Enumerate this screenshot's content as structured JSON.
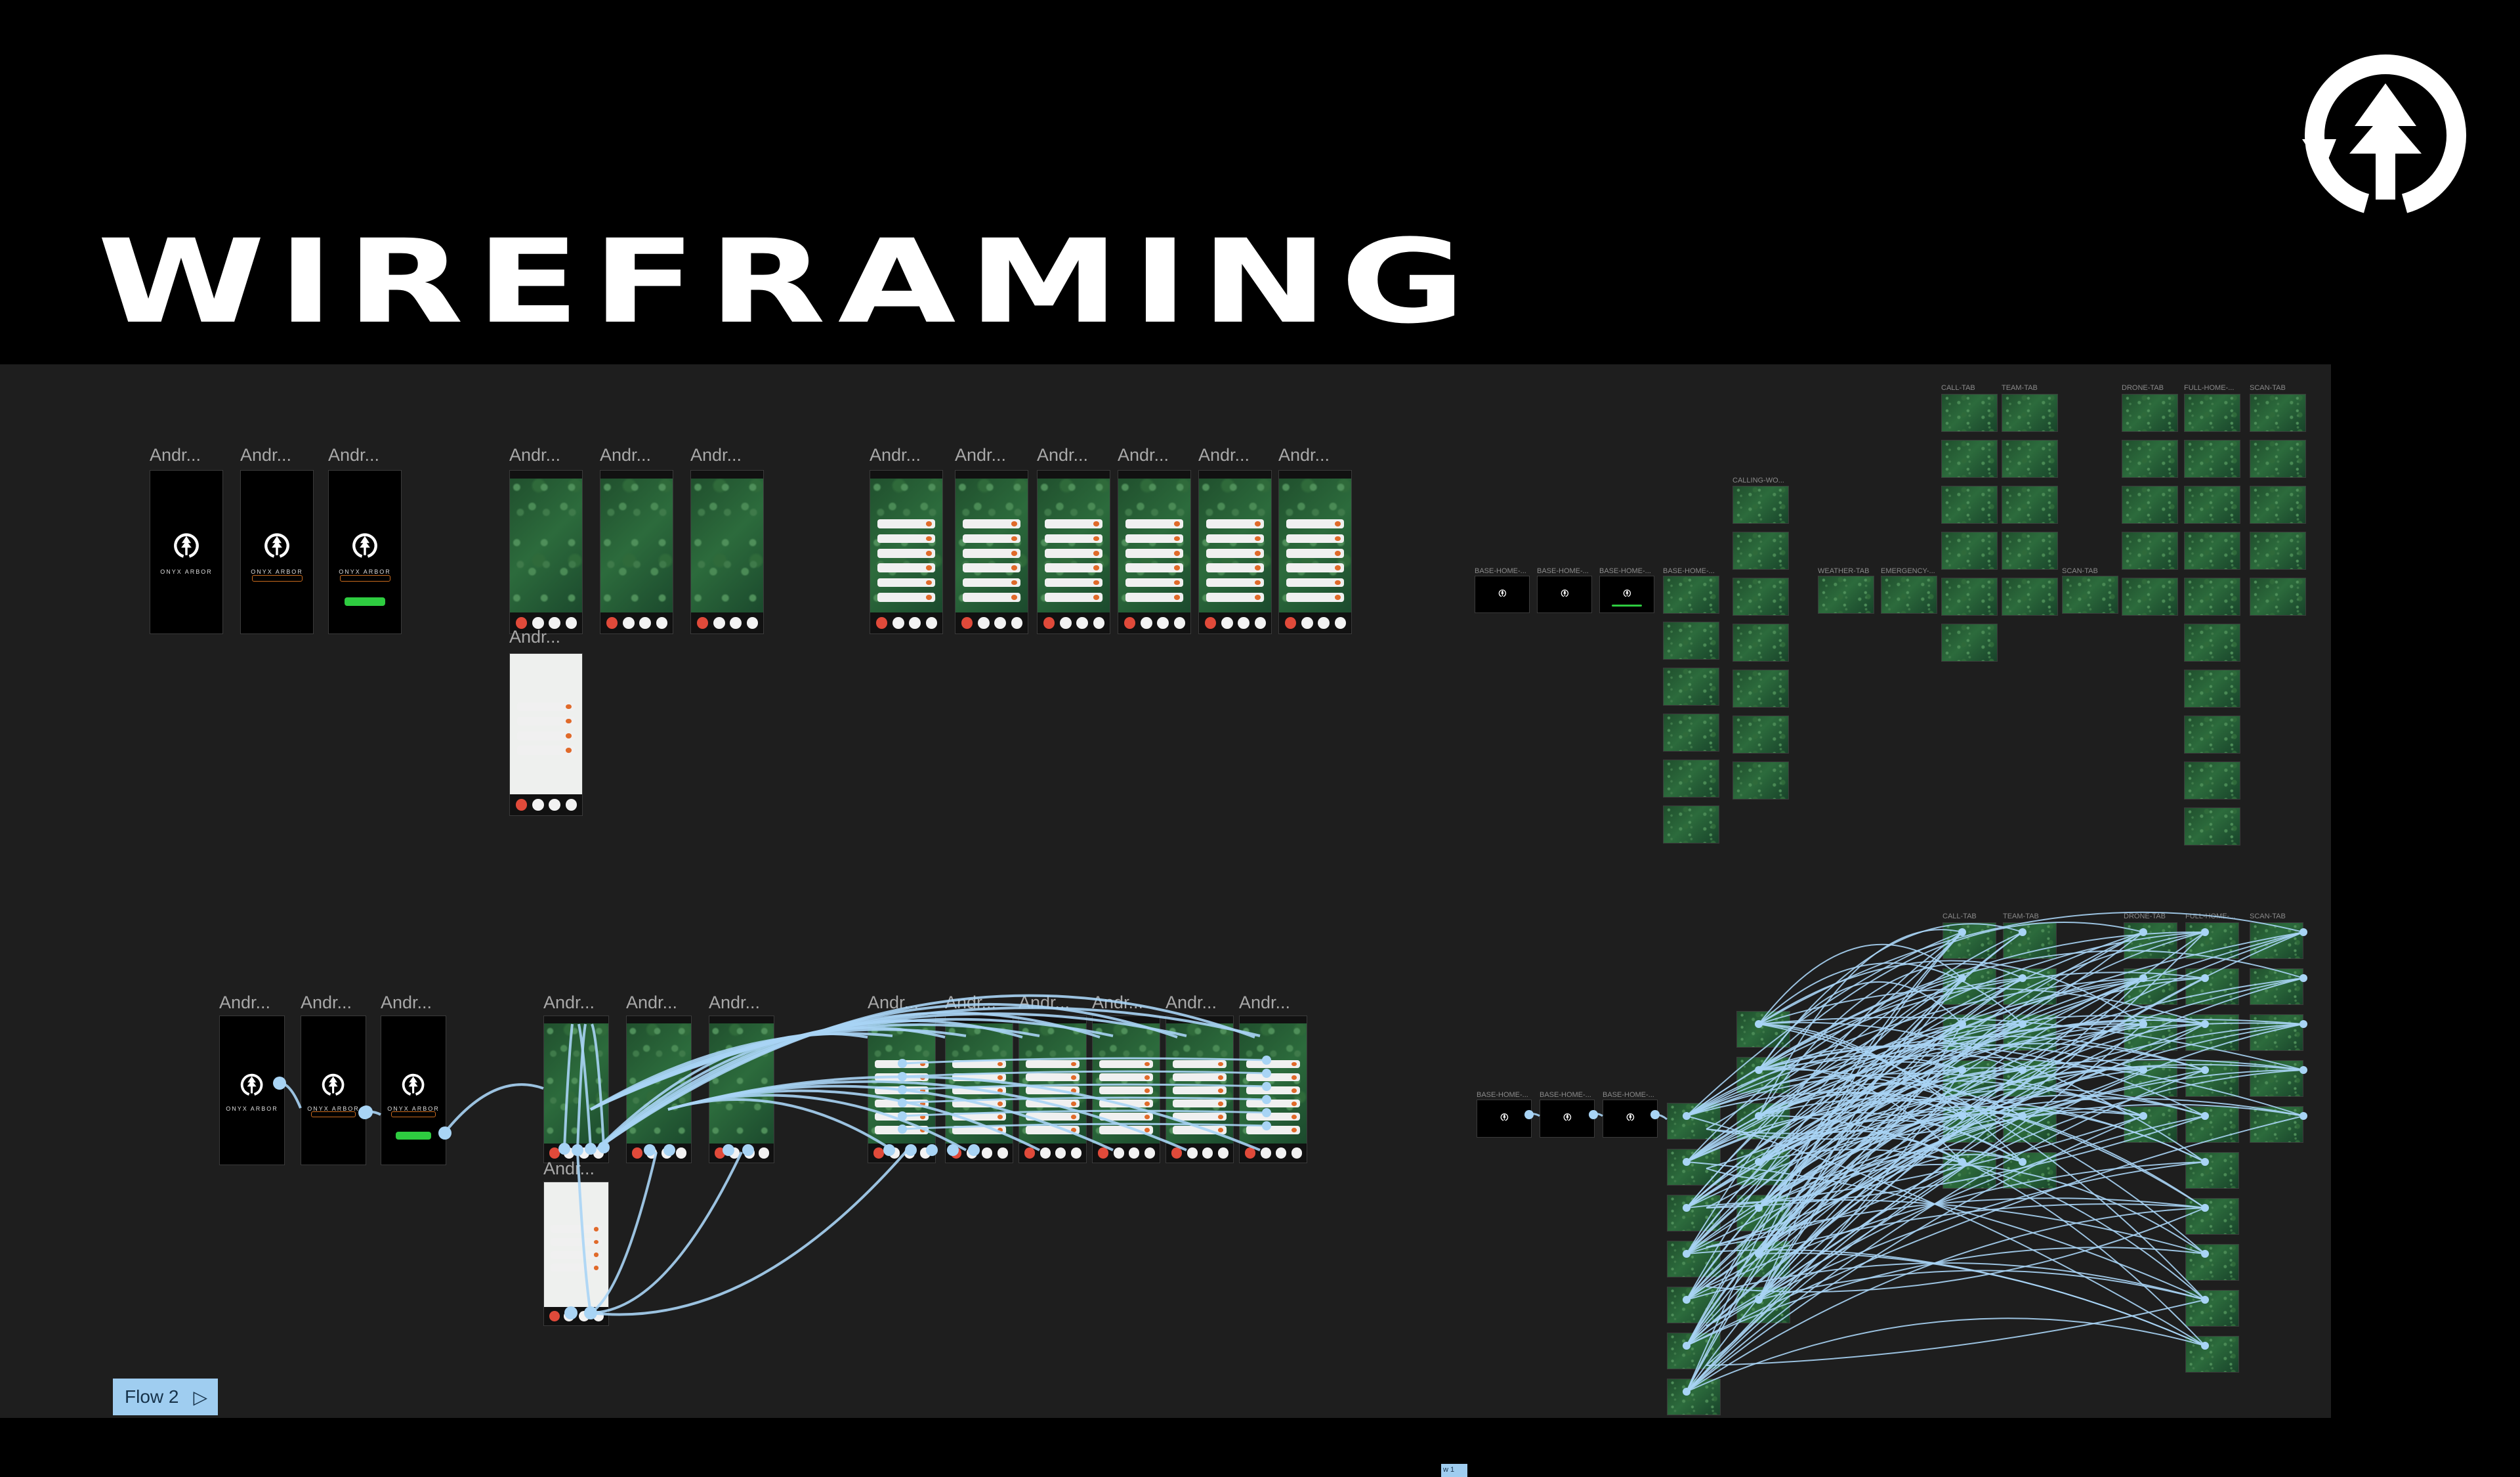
{
  "title": "WIREFRAMING",
  "brand_icon": "onyx-arbor-tree-circle-logo",
  "splash_brand": "ONYX ARBOR",
  "frame_label_android": "Andr...",
  "flow": {
    "label": "Flow 2",
    "play_icon": "play-triangle-icon",
    "small_label": "w 1"
  },
  "labels": {
    "base_home": "BASE-HOME-...",
    "base_home_short": "BASE-HOME-...",
    "calling_wo": "CALLING-WO...",
    "weather_tab": "WEATHER-TAB",
    "emergency": "EMERGENCY-...",
    "scan_tab": "SCAN-TAB",
    "call_tab": "CALL-TAB",
    "team_tab": "TEAM-TAB",
    "drone_tab": "DRONE-TAB",
    "full_home": "FULL-HOME-...",
    "scan_tab_2": "SCAN-TAB"
  },
  "colors": {
    "background": "#000000",
    "canvas": "#1e1e1e",
    "flow_blue": "#a8d4f5",
    "accent_green": "#2ecc40",
    "accent_orange": "#e06a2a"
  }
}
